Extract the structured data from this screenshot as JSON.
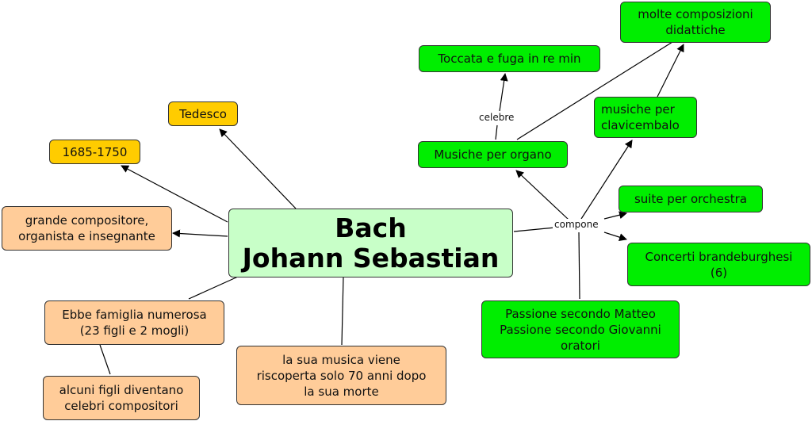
{
  "central": {
    "line1": "Bach",
    "line2": "Johann Sebastian"
  },
  "nodes": {
    "tedesco": "Tedesco",
    "dates": "1685-1750",
    "grande": "grande compositore,\norganista e insegnante",
    "famiglia": "Ebbe famiglia numerosa\n(23 figli e 2 mogli)",
    "figli": "alcuni figli diventano\ncelebri compositori",
    "riscoperta": "la sua musica viene\nriscoperta solo 70 anni dopo\nla sua morte",
    "organo": "Musiche per organo",
    "toccata": "Toccata e fuga in re min",
    "didattiche": "molte composizioni\ndidattiche",
    "clavicembalo": "musiche per\nclavicembalo",
    "suite": "suite per orchestra",
    "concerti": "Concerti brandeburghesi\n(6)",
    "passione": "Passione secondo Matteo\nPassione secondo Giovanni\noratori"
  },
  "link_labels": {
    "celebre": "celebre",
    "compone": "compone"
  },
  "colors": {
    "main": "#c8ffc8",
    "green": "#00ee00",
    "orange": "#ffcc99",
    "gold": "#ffcc00"
  }
}
